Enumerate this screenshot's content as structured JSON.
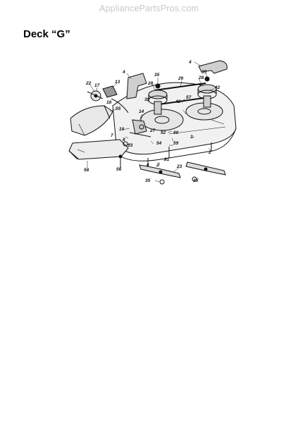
{
  "watermark": "AppliancePartsPros.com",
  "title": "Deck “G”",
  "diagram": {
    "callouts": [
      "4",
      "4",
      "35",
      "35",
      "26",
      "28",
      "28",
      "22",
      "17",
      "13",
      "18",
      "42",
      "39",
      "42",
      "57",
      "55",
      "14",
      "10",
      "27",
      "52",
      "60",
      "7",
      "8",
      "53",
      "54",
      "59",
      "58",
      "56",
      "6",
      "2",
      "61",
      "3",
      "2",
      "23",
      "35",
      "35"
    ]
  }
}
